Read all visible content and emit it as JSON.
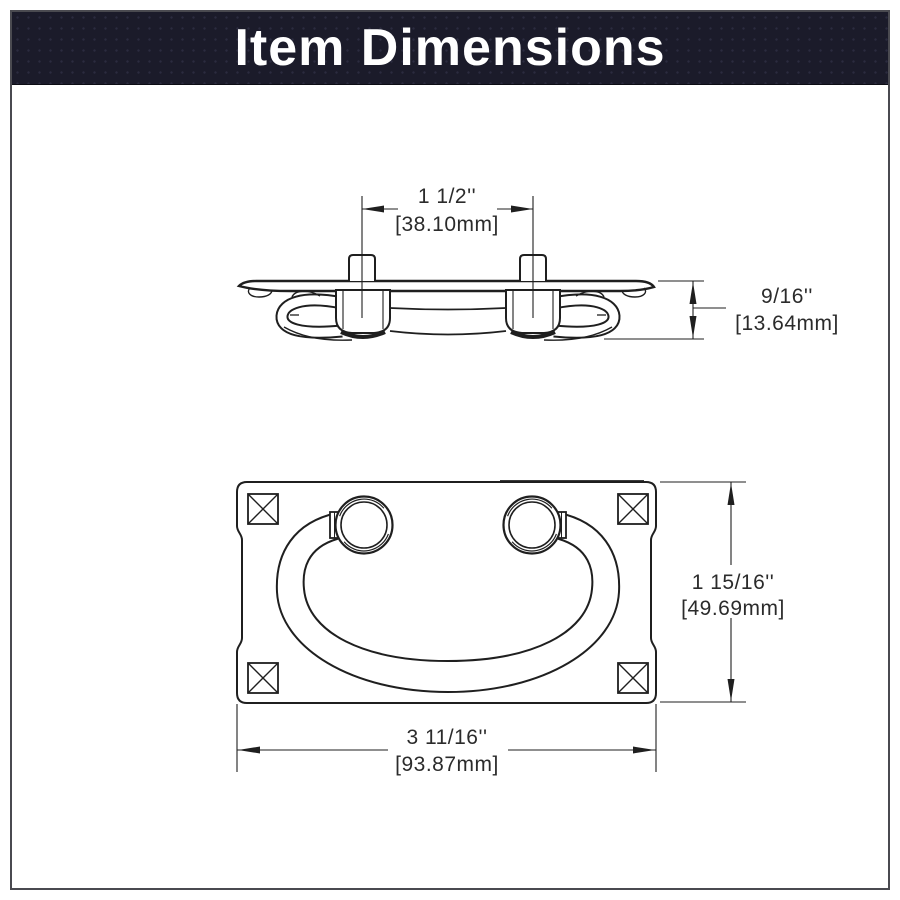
{
  "header": {
    "title": "Item Dimensions"
  },
  "colors": {
    "header_bg": "#1b1b2a",
    "header_dot": "#2b2b40",
    "header_text": "#ffffff",
    "line": "#1f1f1f",
    "dimension_text": "#2b2b2b",
    "frame_border": "#4a4a50",
    "background": "#ffffff"
  },
  "views": {
    "side_view": {
      "dim_post_spacing": {
        "inches": "1 1/2''",
        "mm": "[38.10mm]"
      },
      "dim_height": {
        "inches": "9/16''",
        "mm": "[13.64mm]"
      }
    },
    "front_view": {
      "dim_height": {
        "inches": "1 15/16''",
        "mm": "[49.69mm]"
      },
      "dim_width": {
        "inches": "3 11/16''",
        "mm": "[93.87mm]"
      }
    }
  }
}
